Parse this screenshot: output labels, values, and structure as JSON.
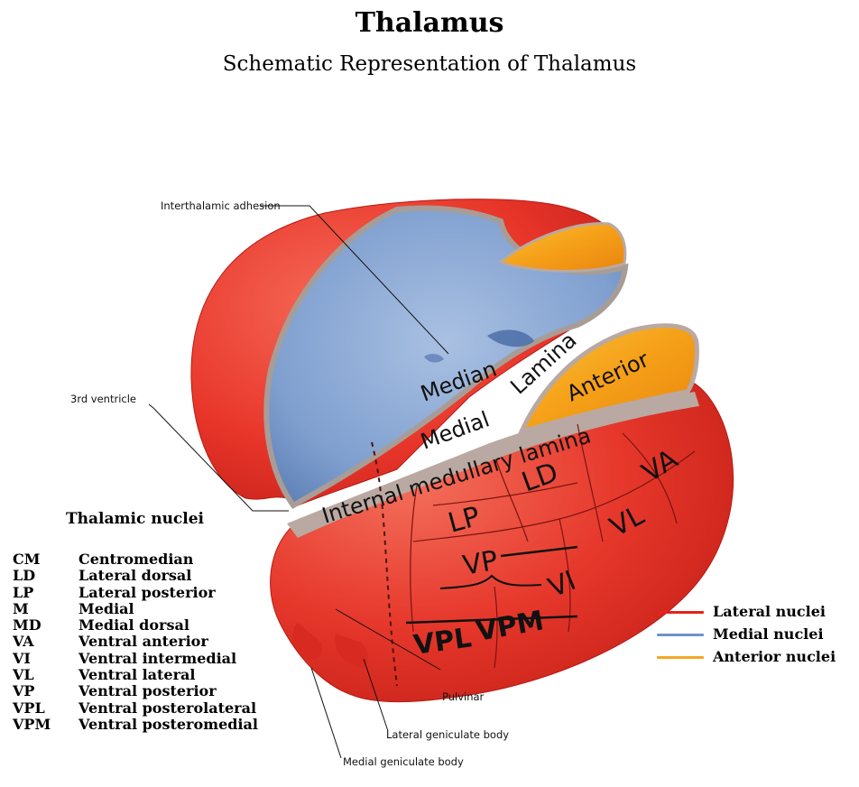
{
  "header": {
    "title": "Thalamus",
    "subtitle": "Schematic Representation of Thalamus"
  },
  "pointer_labels": {
    "interthalamic_adhesion": "Interthalamic adhesion",
    "third_ventricle": "3rd ventricle",
    "pulvinar": "Pulvinar",
    "lateral_geniculate_body": "Lateral geniculate body",
    "medial_geniculate_body": "Medial geniculate body"
  },
  "region_labels": {
    "median": "Median",
    "medial": "Medial",
    "lamina": "Lamina",
    "anterior": "Anterior",
    "internal_medullary_lamina": "Internal medullary lamina",
    "lp": "LP",
    "ld": "LD",
    "va": "VA",
    "vl": "VL",
    "vp": "VP",
    "vi": "VI",
    "vpl": "VPL",
    "vpm": "VPM"
  },
  "nuclei_heading": "Thalamic nuclei",
  "nuclei": [
    {
      "code": "CM",
      "name": "Centromedian"
    },
    {
      "code": "LD",
      "name": "Lateral dorsal"
    },
    {
      "code": "LP",
      "name": "Lateral posterior"
    },
    {
      "code": "M",
      "name": "Medial"
    },
    {
      "code": "MD",
      "name": "Medial dorsal"
    },
    {
      "code": "VA",
      "name": "Ventral anterior"
    },
    {
      "code": "VI",
      "name": "Ventral intermedial"
    },
    {
      "code": "VL",
      "name": "Ventral lateral"
    },
    {
      "code": "VP",
      "name": "Ventral posterior"
    },
    {
      "code": "VPL",
      "name": "Ventral posterolateral"
    },
    {
      "code": "VPM",
      "name": "Ventral posteromedial"
    }
  ],
  "legend": [
    {
      "label": "Lateral nuclei",
      "color": "#e8201c"
    },
    {
      "label": "Medial nuclei",
      "color": "#6f93c9"
    },
    {
      "label": "Anterior nuclei",
      "color": "#f5a623"
    }
  ],
  "colors": {
    "lateral": "#e8352a",
    "medial": "#7f9fcf",
    "anterior": "#f5a018",
    "lamina": "#b9a9a2"
  }
}
